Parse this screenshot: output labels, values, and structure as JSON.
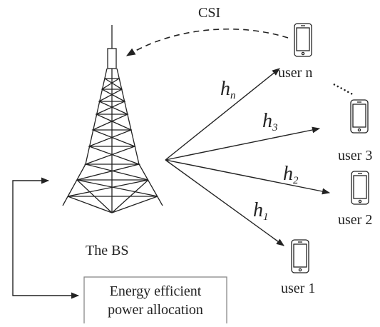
{
  "diagram": {
    "csi_label": "CSI",
    "bs_label": "The BS",
    "box_lines": [
      "Energy efficient",
      "power allocation"
    ],
    "users": {
      "n": "user n",
      "three": "user 3",
      "two": "user 2",
      "one": "user 1"
    },
    "channels": {
      "n": {
        "base": "h",
        "sub": "n"
      },
      "three": {
        "base": "h",
        "sub": "3"
      },
      "two": {
        "base": "h",
        "sub": "2"
      },
      "one": {
        "base": "h",
        "sub": "1"
      }
    },
    "ellipsis": "......"
  },
  "colors": {
    "line": "#222222",
    "box_border": "#888888",
    "background": "#ffffff"
  }
}
